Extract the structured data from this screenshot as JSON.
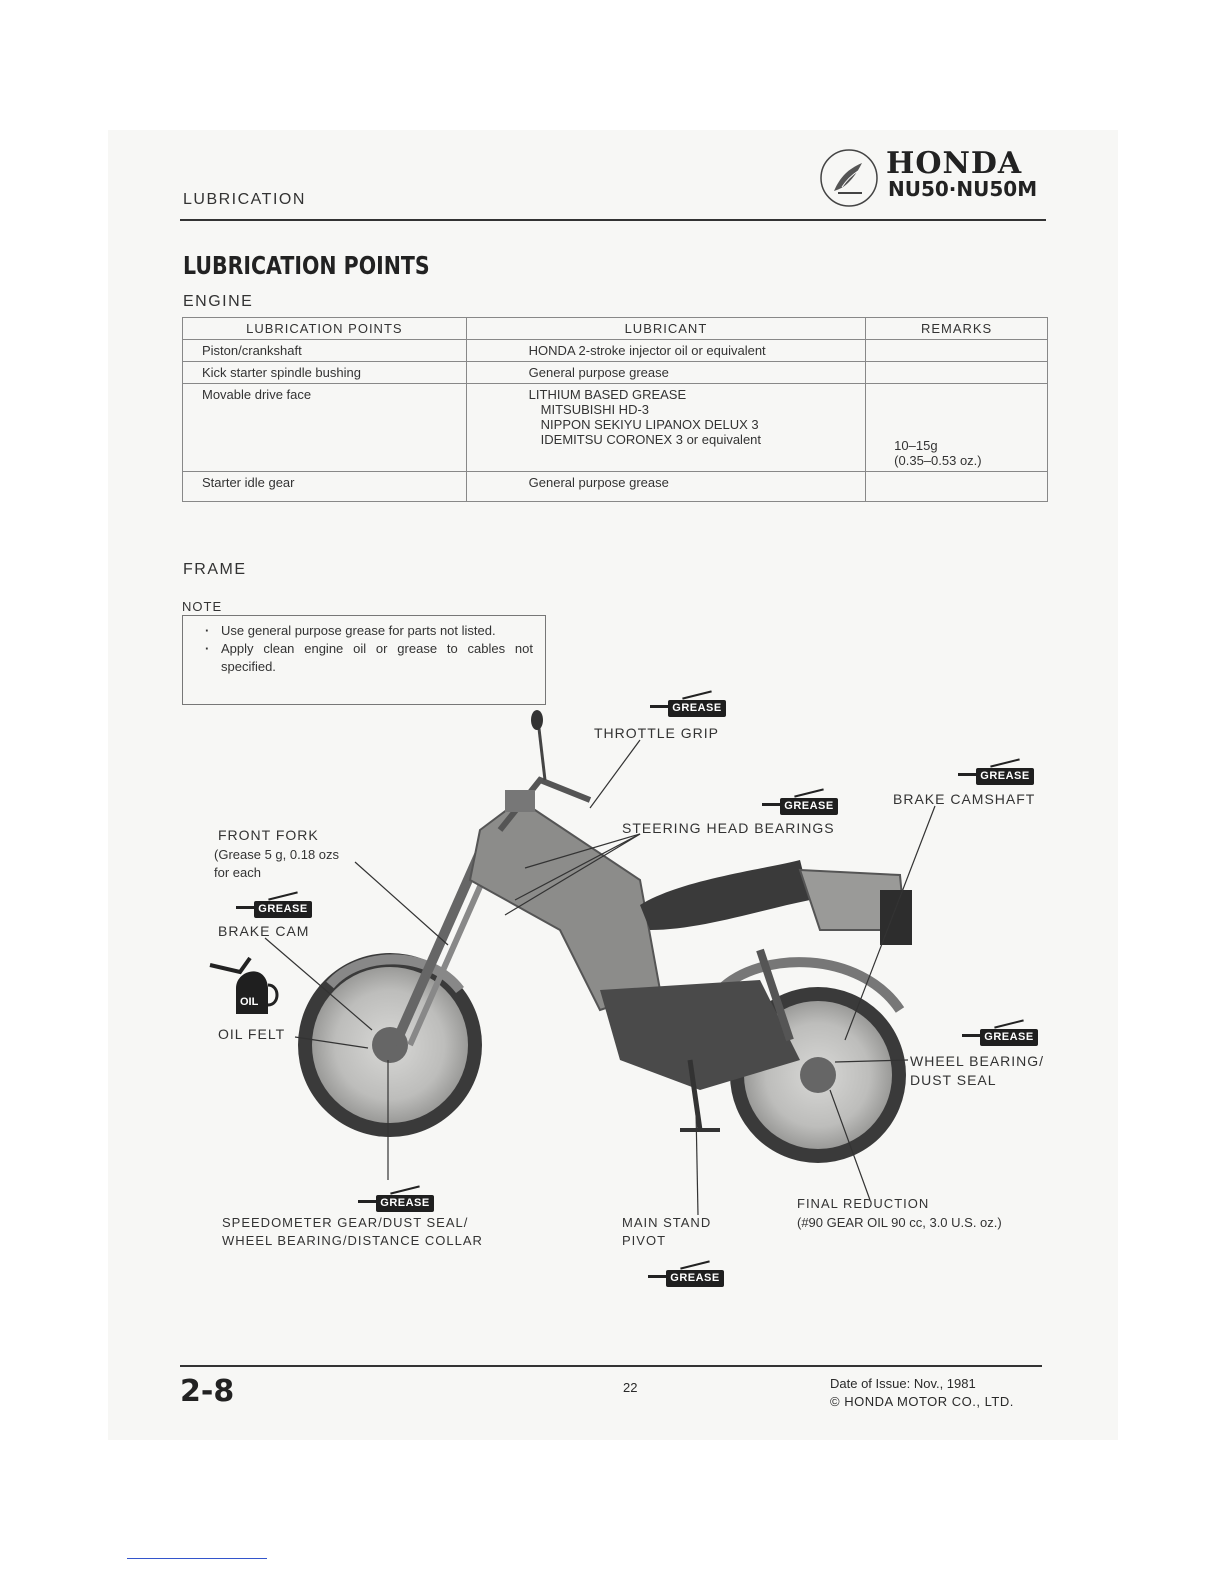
{
  "header": {
    "section": "LUBRICATION",
    "brand": "HONDA",
    "model": "NU50·NU50M"
  },
  "title": "LUBRICATION POINTS",
  "engine": {
    "heading": "ENGINE",
    "columns": [
      "LUBRICATION POINTS",
      "LUBRICANT",
      "REMARKS"
    ],
    "rows": [
      {
        "point": "Piston/crankshaft",
        "lubricant": "HONDA 2-stroke injector oil or equivalent",
        "remarks": ""
      },
      {
        "point": "Kick starter spindle bushing",
        "lubricant": "General purpose grease",
        "remarks": ""
      },
      {
        "point": "Movable drive face",
        "lubricant": "LITHIUM BASED GREASE",
        "lub_sub": [
          "MITSUBISHI HD-3",
          "NIPPON SEKIYU LIPANOX DELUX 3",
          "IDEMITSU CORONEX 3 or equivalent"
        ],
        "remarks": "10–15g",
        "remarks2": "(0.35–0.53 oz.)"
      },
      {
        "point": "Starter idle gear",
        "lubricant": "General purpose grease",
        "remarks": ""
      }
    ]
  },
  "frame": {
    "heading": "FRAME",
    "note_label": "NOTE",
    "notes": [
      "Use general purpose grease for parts not listed.",
      "Apply clean engine oil or grease to cables not specified."
    ]
  },
  "diagram": {
    "grease_label": "GREASE",
    "oil_label": "OIL",
    "throttle_grip": "THROTTLE GRIP",
    "brake_camshaft": "BRAKE CAMSHAFT",
    "steering_head": "STEERING HEAD BEARINGS",
    "front_fork": "FRONT FORK",
    "front_fork_note1": "(Grease 5 g, 0.18 ozs",
    "front_fork_note2": "for each",
    "brake_cam": "BRAKE CAM",
    "oil_felt": "OIL FELT",
    "wheel_bearing": "WHEEL BEARING/",
    "dust_seal": "DUST SEAL",
    "speedometer1": "SPEEDOMETER GEAR/DUST SEAL/",
    "speedometer2": "WHEEL BEARING/DISTANCE COLLAR",
    "main_stand1": "MAIN STAND",
    "main_stand2": "PIVOT",
    "final_reduction1": "FINAL REDUCTION",
    "final_reduction2": "(#90 GEAR OIL 90 cc, 3.0 U.S. oz.)"
  },
  "footer": {
    "page_code": "2-8",
    "page_number": "22",
    "issue_date": "Date of Issue: Nov., 1981",
    "copyright": "© HONDA MOTOR CO., LTD."
  }
}
